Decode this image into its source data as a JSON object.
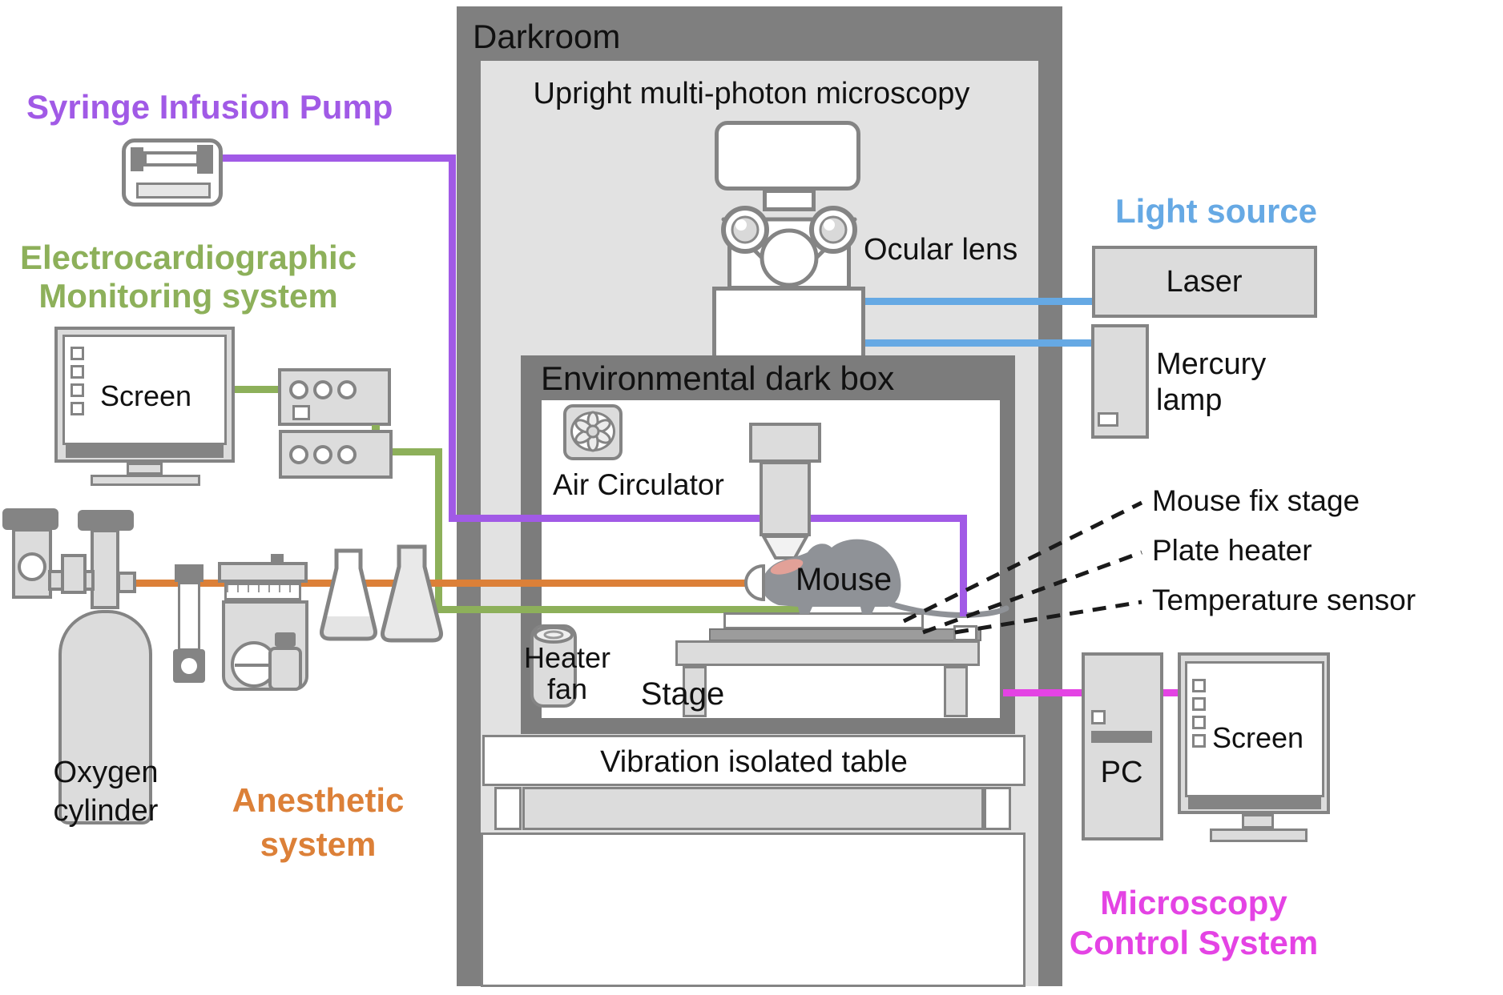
{
  "colors": {
    "purple": "#a15ae6",
    "green": "#8db05a",
    "orange": "#dc8038",
    "blue": "#66a9e4",
    "magenta": "#e443e4",
    "wall": "#7f7f7f",
    "wall2": "#7c7c7c",
    "room": "#e2e2e2",
    "fill": "#dcdcdc",
    "edge": "#848484",
    "plate": "#9c9c9c",
    "mousegray": "#8f9297",
    "pink": "#e2a198",
    "ink": "#111111"
  },
  "darkroom": {
    "title": "Darkroom",
    "subtitle": "Upright multi-photon microscopy"
  },
  "microscope": {
    "ocular_label": "Ocular lens"
  },
  "dark_box": {
    "title": "Environmental dark box",
    "air_circulator_label": "Air Circulator",
    "mouse_label": "Mouse",
    "heater_fan_line1": "Heater",
    "heater_fan_line2": "fan",
    "stage_label": "Stage"
  },
  "table": {
    "label": "Vibration isolated table"
  },
  "light_source": {
    "title": "Light source",
    "laser_label": "Laser",
    "mercury_line1": "Mercury",
    "mercury_line2": "lamp"
  },
  "stage_callouts": {
    "fix_stage": "Mouse fix stage",
    "plate_heater": "Plate heater",
    "temp_sensor": "Temperature sensor"
  },
  "control_system": {
    "pc_label": "PC",
    "screen_label": "Screen",
    "title_line1": "Microscopy",
    "title_line2": "Control System"
  },
  "syringe_pump": {
    "title": "Syringe Infusion Pump"
  },
  "ecg": {
    "title_line1": "Electrocardiographic",
    "title_line2": "Monitoring system",
    "screen_label": "Screen"
  },
  "anesthesia": {
    "oxygen_line1": "Oxygen",
    "oxygen_line2": "cylinder",
    "title_line1": "Anesthetic",
    "title_line2": "system"
  }
}
